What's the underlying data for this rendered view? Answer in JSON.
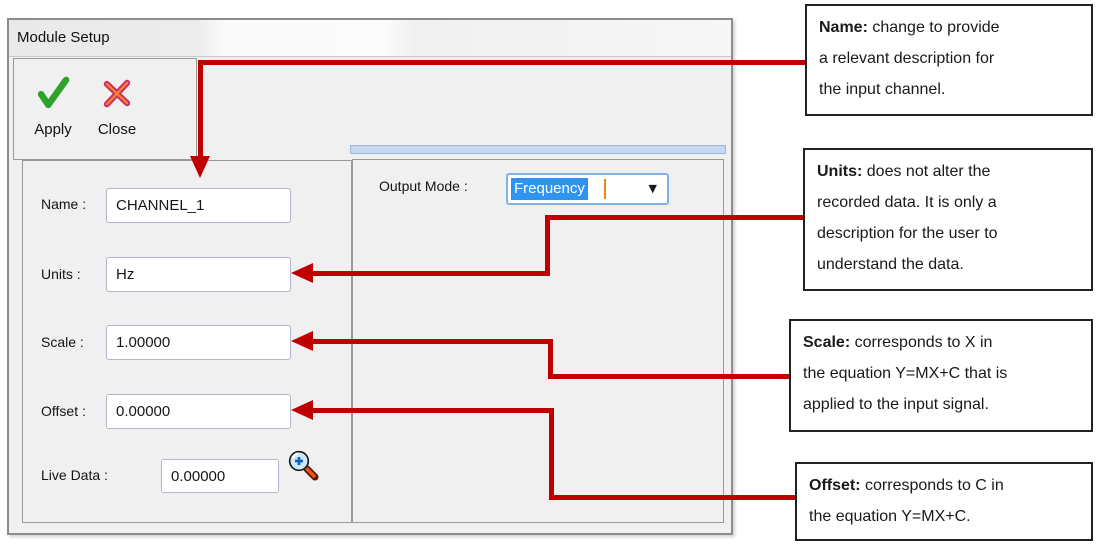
{
  "window": {
    "title": "Module Setup"
  },
  "toolbar": {
    "apply_label": "Apply",
    "close_label": "Close"
  },
  "fields": {
    "name": {
      "label": "Name :",
      "value": "CHANNEL_1"
    },
    "units": {
      "label": "Units :",
      "value": "Hz"
    },
    "scale": {
      "label": "Scale :",
      "value": "1.00000"
    },
    "offset": {
      "label": "Offset :",
      "value": "0.00000"
    },
    "live_data": {
      "label": "Live Data :",
      "value": "0.00000"
    }
  },
  "output_mode": {
    "label": "Output Mode :",
    "value": "Frequency"
  },
  "callouts": {
    "name": {
      "label": "Name:",
      "text": " change to provide\na relevant description for\nthe input channel."
    },
    "units": {
      "label": "Units:",
      "text": " does not alter the\nrecorded data. It is only a\ndescription for the user to\nunderstand the data."
    },
    "scale": {
      "label": "Scale:",
      "text": " corresponds to X in\nthe equation Y=MX+C that is\napplied to the input signal."
    },
    "offset": {
      "label": "Offset:",
      "text": " corresponds to C in\nthe equation Y=MX+C."
    }
  },
  "icons": {
    "apply": "green-check",
    "close": "red-cross",
    "live_data": "magnifier-zoom",
    "dropdown_glyph": "▼"
  },
  "colors": {
    "arrow": "#c00000",
    "selection": "#2f93f0",
    "caret": "#e8861a",
    "check": "#2ea32b",
    "cross": "#cf3060",
    "strip": "#c6d9f1"
  }
}
